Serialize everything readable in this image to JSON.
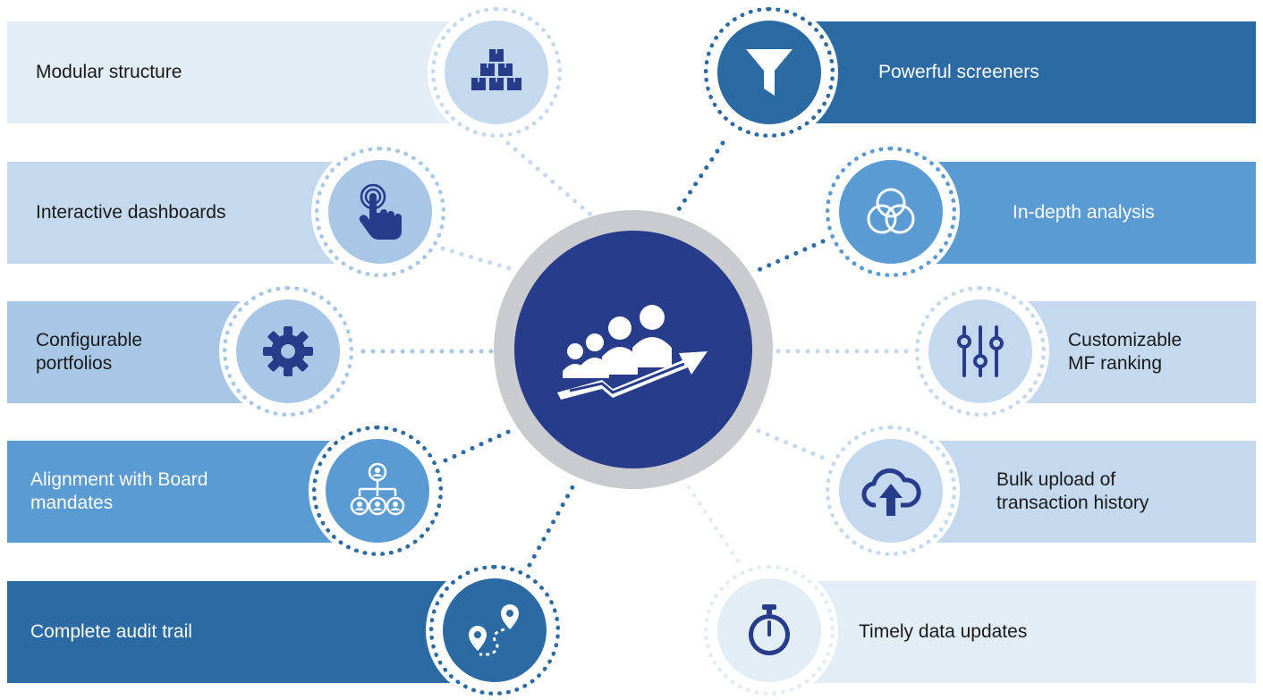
{
  "colors": {
    "palest": "#e3edf6",
    "pale": "#c4d9ee",
    "light": "#a8c7e6",
    "medium": "#5a9bd3",
    "dark": "#2b6aa2",
    "navy": "#273c8b",
    "hub_ring": "#c9cbcf"
  },
  "hub": {
    "icon": "people-growth-arrow-icon"
  },
  "left_items": [
    {
      "label": "Modular structure",
      "icon": "stacked-boxes-icon"
    },
    {
      "label": "Interactive dashboards",
      "icon": "finger-touch-icon"
    },
    {
      "label": "Configurable\nportfolios",
      "icon": "gear-icon"
    },
    {
      "label": "Alignment with Board\nmandates",
      "icon": "org-chart-icon"
    },
    {
      "label": "Complete audit trail",
      "icon": "route-pins-icon"
    }
  ],
  "right_items": [
    {
      "label": "Powerful screeners",
      "icon": "funnel-icon"
    },
    {
      "label": "In-depth analysis",
      "icon": "venn-circles-icon"
    },
    {
      "label": "Customizable\nMF ranking",
      "icon": "sliders-icon"
    },
    {
      "label": "Bulk upload of\ntransaction history",
      "icon": "cloud-upload-icon"
    },
    {
      "label": "Timely data updates",
      "icon": "stopwatch-icon"
    }
  ]
}
